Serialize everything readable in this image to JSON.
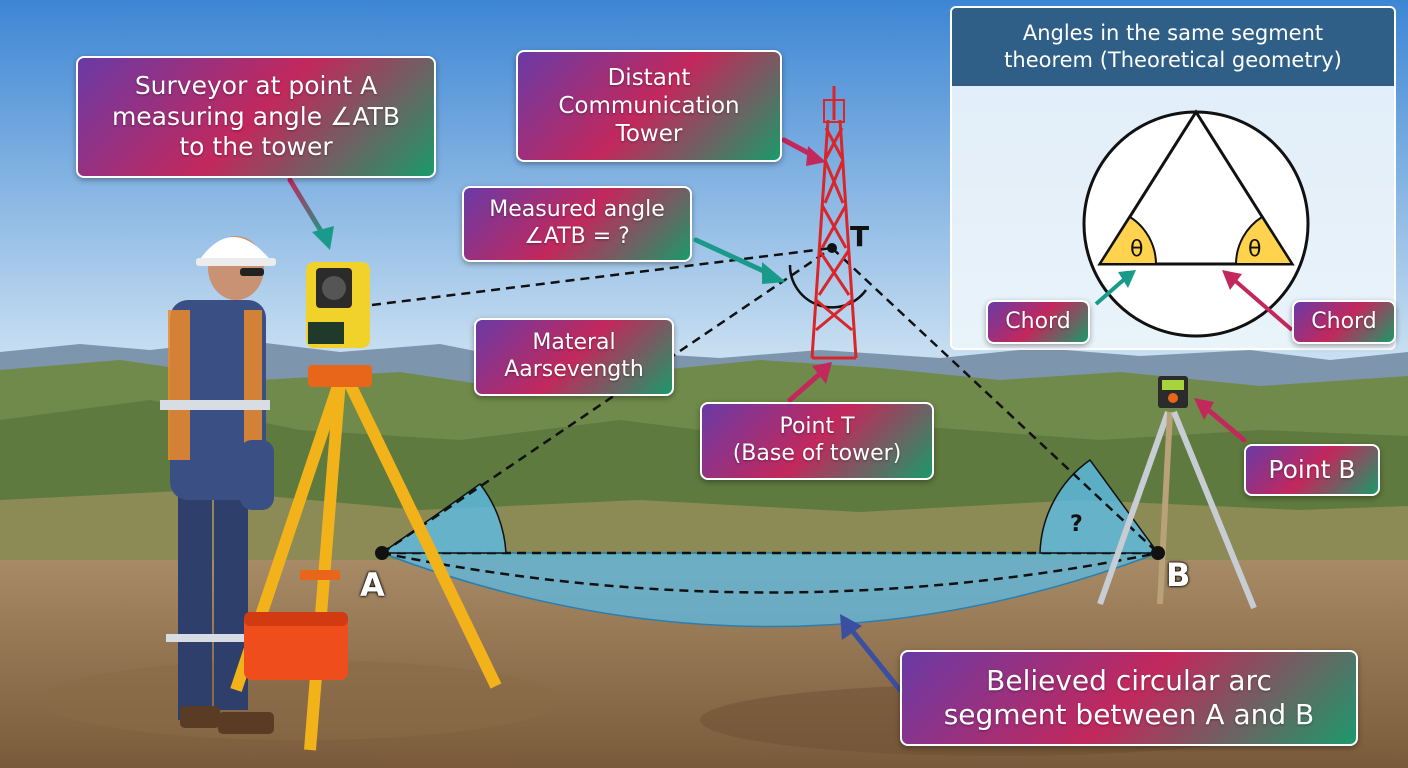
{
  "callouts": {
    "surveyor": [
      "Surveyor at point A",
      "measuring angle ∠ATB",
      "to the tower"
    ],
    "tower": [
      "Distant",
      "Communication",
      "Tower"
    ],
    "measured": [
      "Measured angle",
      "∠ATB = ?"
    ],
    "material": [
      "Materal",
      "Aarsevength"
    ],
    "point_t": [
      "Point T",
      "(Base of tower)"
    ],
    "point_b": "Point B",
    "arc": [
      "Believed circular arc",
      "segment between A and B"
    ]
  },
  "points": {
    "a": "A",
    "b": "B",
    "t": "T"
  },
  "angle_unknown": "?",
  "inset": {
    "title": [
      "Angles in the same segment",
      "theorem (Theoretical geometry)"
    ],
    "theta": "θ",
    "chord_left": "Chord",
    "chord_right": "Chord"
  },
  "colors": {
    "sky_top": "#4a8fd6",
    "sky_bottom": "#cfe3f2",
    "arc_fill": "#5bbbe6",
    "angle_fill": "#ffd34d",
    "inset_header": "#2f5f86",
    "tripod_yellow": "#f2b21a",
    "tower_red": "#d8262a"
  }
}
